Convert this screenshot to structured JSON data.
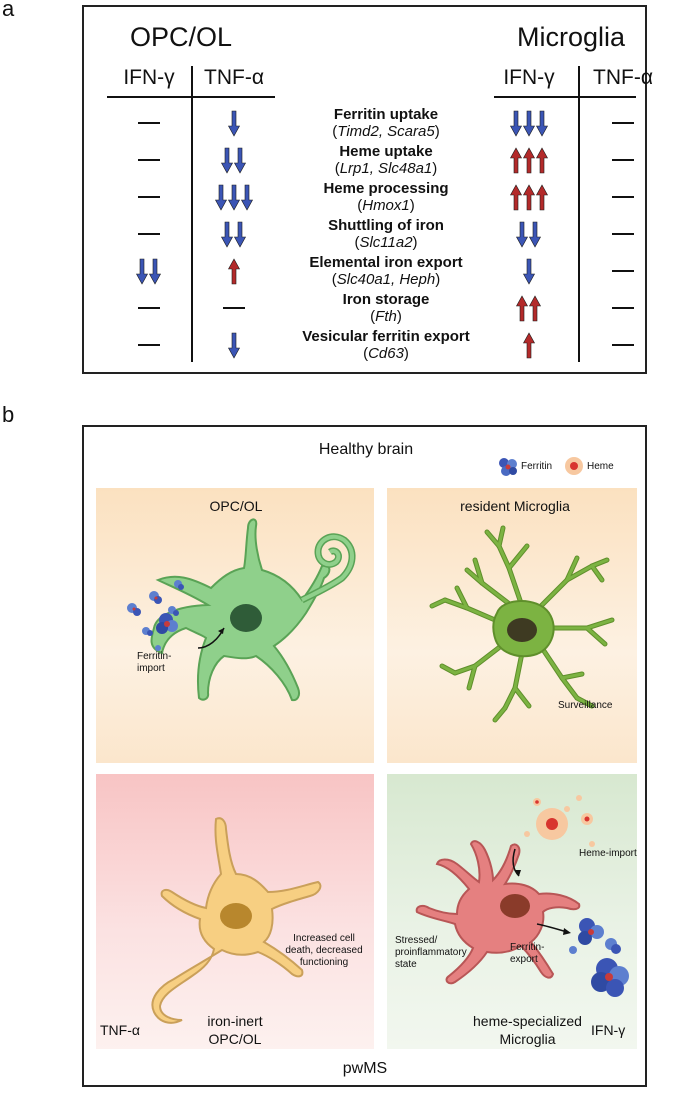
{
  "panel_a": {
    "letter": "a",
    "group_left": "OPC/OL",
    "group_right": "Microglia",
    "col_ifn": "IFN-γ",
    "col_tnf": "TNF-α",
    "rows": [
      {
        "title": "Ferritin uptake",
        "genes": "Timd2, Scara5",
        "opc_ifn": "none",
        "opc_tnf": "down1",
        "mg_ifn": "down3",
        "mg_tnf": "none"
      },
      {
        "title": "Heme uptake",
        "genes": "Lrp1, Slc48a1",
        "opc_ifn": "none",
        "opc_tnf": "down2",
        "mg_ifn": "up3",
        "mg_tnf": "none"
      },
      {
        "title": "Heme processing",
        "genes": "Hmox1",
        "opc_ifn": "none",
        "opc_tnf": "down3",
        "mg_ifn": "up3",
        "mg_tnf": "none"
      },
      {
        "title": "Shuttling of iron",
        "genes": "Slc11a2",
        "opc_ifn": "none",
        "opc_tnf": "down2",
        "mg_ifn": "down2",
        "mg_tnf": "none"
      },
      {
        "title": "Elemental iron export",
        "genes": "Slc40a1, Heph",
        "opc_ifn": "down2",
        "opc_tnf": "up1",
        "mg_ifn": "down1",
        "mg_tnf": "none"
      },
      {
        "title": "Iron storage",
        "genes": "Fth",
        "opc_ifn": "none",
        "opc_tnf": "none",
        "mg_ifn": "up2",
        "mg_tnf": "none"
      },
      {
        "title": "Vesicular ferritin export",
        "genes": "Cd63",
        "opc_ifn": "none",
        "opc_tnf": "down1",
        "mg_ifn": "up1",
        "mg_tnf": "none"
      }
    ],
    "colors": {
      "down": "#3b55b5",
      "up": "#b32a2a"
    }
  },
  "panel_b": {
    "letter": "b",
    "healthy_title": "Healthy brain",
    "legend_ferritin": "Ferritin",
    "legend_heme": "Heme",
    "q1_label": "OPC/OL",
    "q1_note": "Ferritin-import",
    "q2_label": "resident Microglia",
    "q2_note": "Surveillance",
    "q3_condition": "TNF-α",
    "q3_label": "iron-inert OPC/OL",
    "q3_note": "Increased cell death, decreased functioning",
    "q4_condition": "IFN-γ",
    "q4_label": "heme-specialized Microglia",
    "q4_note_heme": "Heme-import",
    "q4_note_ferritin": "Ferritin-export",
    "q4_note_state": "Stressed/ proinflammatory state",
    "footer": "pwMS",
    "colors": {
      "opc_cell": "#8fd08b",
      "microglia_cell": "#7cb342",
      "inert_cell": "#f7cf82",
      "heme_cell": "#e58080",
      "healthy_bg": "#fbe3c4",
      "tnf_bg": "#f8c7c7",
      "ifn_bg": "#dcebd6"
    }
  }
}
